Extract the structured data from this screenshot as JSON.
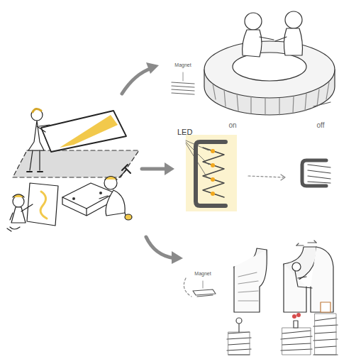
{
  "diagram": {
    "labels": [
      "Magnet",
      "LED",
      "on",
      "off",
      "Magnet"
    ]
  }
}
